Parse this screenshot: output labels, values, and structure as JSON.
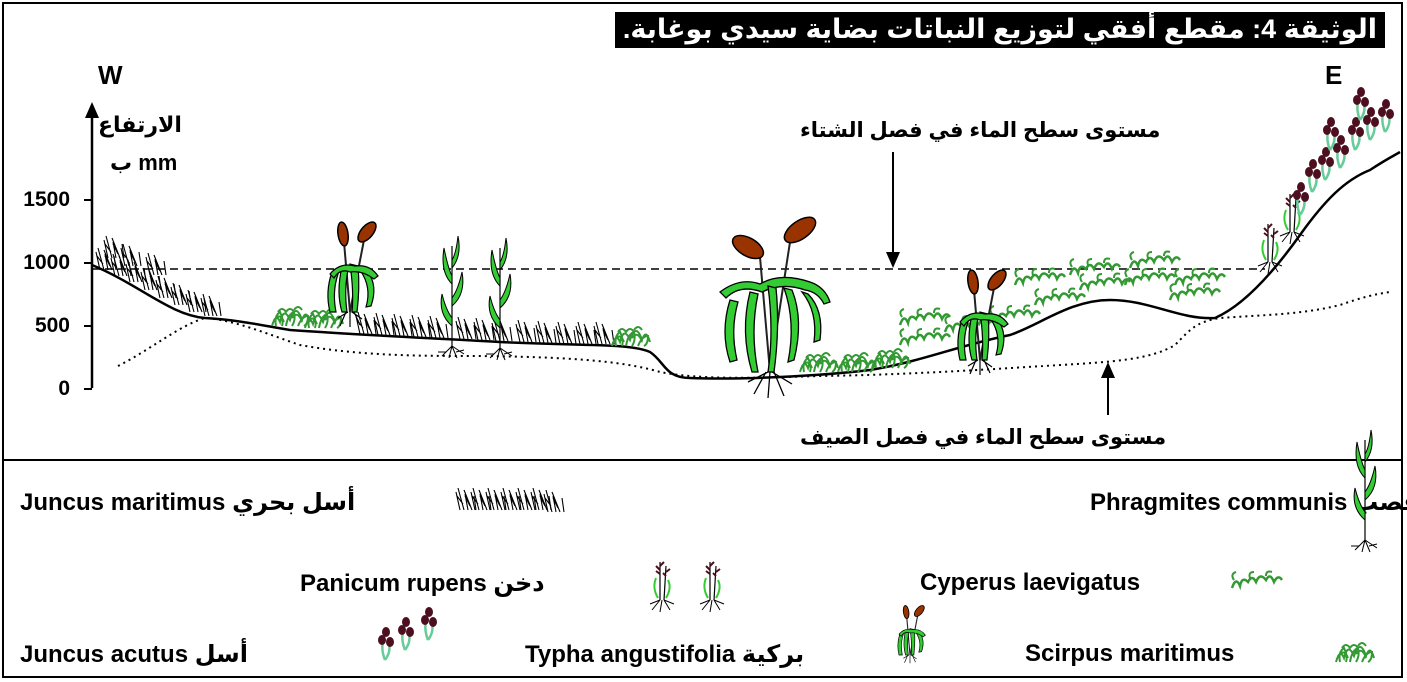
{
  "title": "الوثيقة 4: مقطع أفقي لتوزيع النباتات بضاية سيدي بوغابة.",
  "directions": {
    "west": "W",
    "east": "E"
  },
  "y_axis": {
    "label_ar": "الارتفاع",
    "unit": "ب mm",
    "ticks": [
      "1500",
      "1000",
      "500",
      "0"
    ]
  },
  "annotations": {
    "winter_water_level": "مستوى سطح الماء في فصل الشتاء",
    "summer_water_level": "مستوى سطح الماء في فصل الصيف"
  },
  "legend": [
    {
      "ar": "أسل بحري",
      "latin": "Juncus maritimus",
      "icon": "juncus-maritimus-icon"
    },
    {
      "ar": "قصب",
      "latin": "Phragmites communis",
      "icon": "phragmites-icon"
    },
    {
      "ar": "دخن",
      "latin": "Panicum rupens",
      "icon": "panicum-icon"
    },
    {
      "ar": "",
      "latin": "Cyperus laevigatus",
      "icon": "cyperus-icon"
    },
    {
      "ar": "أسل",
      "latin": "Juncus acutus",
      "icon": "juncus-acutus-icon"
    },
    {
      "ar": "بركية",
      "latin": "Typha angustifolia",
      "icon": "typha-icon"
    },
    {
      "ar": "",
      "latin": "Scirpus maritimus",
      "icon": "scirpus-icon"
    }
  ],
  "colors": {
    "plant_green": "#33cc33",
    "cyperus_green": "#339933",
    "typha_brown": "#993300",
    "acutus_dark": "#4d0f1f",
    "acutus_stem": "#66cc99"
  }
}
